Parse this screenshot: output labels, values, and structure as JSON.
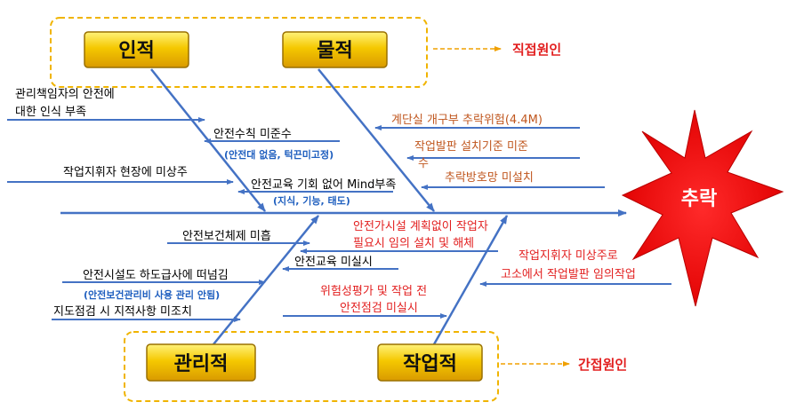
{
  "categories": {
    "human": "인적",
    "material": "물적",
    "management": "관리적",
    "work": "작업적"
  },
  "legend": {
    "direct": "직접원인",
    "indirect": "간접원인"
  },
  "effect": "추락",
  "causes": {
    "manager_awareness_1": "관리책임자의 안전에",
    "manager_awareness_2": "대한 인식 부족",
    "safety_rules": "안전수칙 미준수",
    "safety_rules_sub": "(안전대 없음, 턱끈미고정)",
    "supervisor_absent": "작업지휘자 현장에 미상주",
    "no_training": "안전교육 기회 없어 Mind부족",
    "no_training_sub": "(지식, 기능, 태도)",
    "stair_opening": "계단실 개구부 추락위험(4.4M)",
    "platform_standard": "작업발판 설치기준 미준",
    "platform_standard_cont": "수",
    "net_missing": "추락방호망 미설치",
    "temp_facility_1": "안전가시설 계획없이 작업자",
    "temp_facility_2": "필요시 임의 설치 및 해체",
    "supervisor_high_1": "작업지휘자 미상주로",
    "supervisor_high_2": "고소에서 작업발판 임의작업",
    "risk_assessment_1": "위험성평가 및 작업 전",
    "risk_assessment_2": "안전점검 미실시",
    "safety_system": "안전보건체제 미흡",
    "training_missing": "안전교육 미실시",
    "subcontract": "안전시설도 하도급사에 떠넘김",
    "subcontract_sub": "(안전보건관리비 사용 관리 안됨)",
    "inspection": "지도점검 시 지적사항 미조치"
  },
  "colors": {
    "arrow": "#4472c4",
    "category_fill": "#f2c200",
    "dashed_box": "#f0b400",
    "effect_star": "#ff1a1a",
    "cause_red": "#e21f1f",
    "cause_orange": "#c0571f",
    "sub_blue": "#1f5fbf"
  }
}
